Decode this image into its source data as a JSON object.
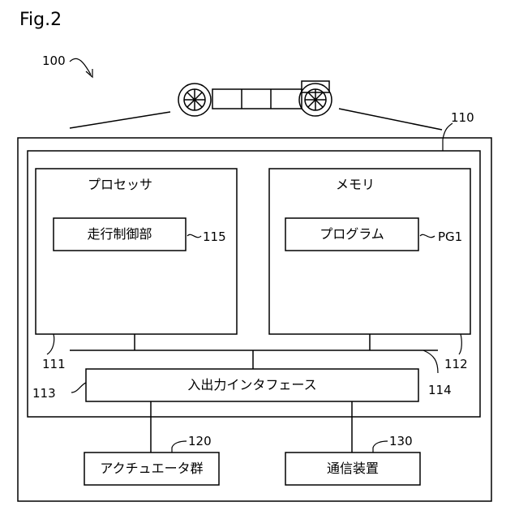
{
  "figure_label": "Fig.2",
  "refs": {
    "vehicle": "100",
    "control_unit": "110",
    "processor": "111",
    "memory": "112",
    "io_interface": "113",
    "bus": "114",
    "travel_controller": "115",
    "actuators": "120",
    "communication": "130",
    "program": "PG1"
  },
  "labels": {
    "processor": "プロセッサ",
    "memory": "メモリ",
    "travel_controller": "走行制御部",
    "program": "プログラム",
    "io_interface": "入出力インタフェース",
    "actuators": "アクチュエータ群",
    "communication": "通信装置"
  }
}
